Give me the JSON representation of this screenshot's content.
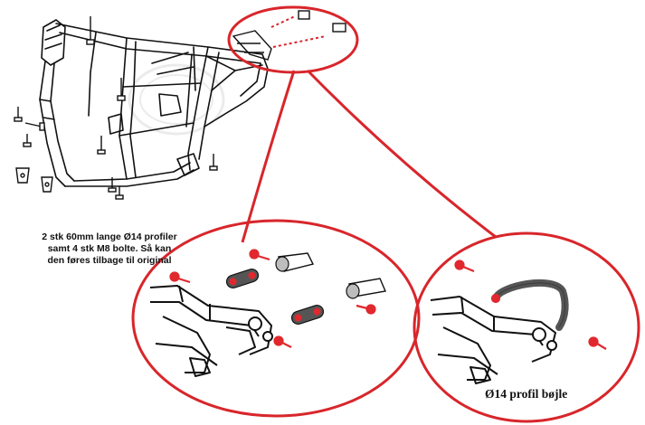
{
  "caption_lines": [
    "2 stk 60mm lange Ø14 profiler",
    "samt 4 stk M8 bolte. Så kan",
    "den føres tilbage til original"
  ],
  "right_label": "Ø14 profil bøjle",
  "colors": {
    "callout": "#d8262b",
    "line": "#111111",
    "bar": "#555555",
    "bolt": "#e0282e",
    "watermark": "#c8c8c8"
  }
}
